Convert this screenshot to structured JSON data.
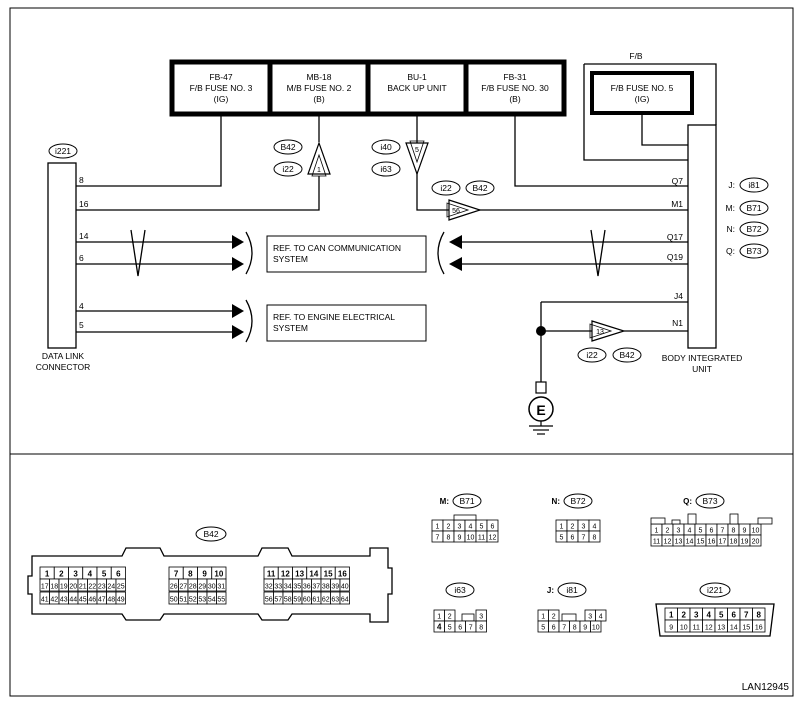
{
  "fuse_boxes": [
    {
      "lines": [
        "FB-47",
        "F/B FUSE NO. 3",
        "(IG)"
      ]
    },
    {
      "lines": [
        "MB-18",
        "M/B FUSE NO. 2",
        "(B)"
      ]
    },
    {
      "lines": [
        "BU-1",
        "BACK UP UNIT",
        ""
      ]
    },
    {
      "lines": [
        "FB-31",
        "F/B FUSE NO. 30",
        "(B)"
      ]
    }
  ],
  "fb_label": "F/B",
  "fb_fuse5": [
    "F/B FUSE NO. 5",
    "(IG)"
  ],
  "dlc": {
    "tag": "i221",
    "label": [
      "DATA LINK",
      "CONNECTOR"
    ],
    "pins": [
      "8",
      "16",
      "14",
      "6",
      "4",
      "5"
    ]
  },
  "biu": {
    "label": [
      "BODY INTEGRATED",
      "UNIT"
    ],
    "pins": [
      "Q7",
      "M1",
      "Q17",
      "Q19",
      "J4",
      "N1"
    ],
    "connectors": [
      {
        "prefix": "J:",
        "tag": "i81"
      },
      {
        "prefix": "M:",
        "tag": "B71"
      },
      {
        "prefix": "N:",
        "tag": "B72"
      },
      {
        "prefix": "Q:",
        "tag": "B73"
      }
    ]
  },
  "joint_tags": {
    "j1_top": "B42",
    "j1_bot": "i22",
    "j1_pin": "1",
    "j2_top": "i40",
    "j2_bot": "i63",
    "j2_pin": "5",
    "j3_a": "i22",
    "j3_b": "B42",
    "j3_pin": "56",
    "j4_a": "i22",
    "j4_b": "B42",
    "j4_pin": "13"
  },
  "ref_boxes": [
    {
      "lines": [
        "REF. TO CAN COMMUNICATION",
        "SYSTEM"
      ]
    },
    {
      "lines": [
        "REF. TO ENGINE ELECTRICAL",
        "SYSTEM"
      ]
    }
  ],
  "ground": "E",
  "connector_views": {
    "b42": {
      "tag": "B42",
      "groups": [
        {
          "top": [
            "1",
            "2",
            "3",
            "4",
            "5",
            "6"
          ],
          "mid": [
            "17",
            "18",
            "19",
            "20",
            "21",
            "22",
            "23",
            "24",
            "25"
          ],
          "bot": [
            "41",
            "42",
            "43",
            "44",
            "45",
            "46",
            "47",
            "48",
            "49"
          ]
        },
        {
          "top": [
            "7",
            "8",
            "9",
            "10"
          ],
          "mid": [
            "26",
            "27",
            "28",
            "29",
            "30",
            "31"
          ],
          "bot": [
            "50",
            "51",
            "52",
            "53",
            "54",
            "55"
          ]
        },
        {
          "top": [
            "11",
            "12",
            "13",
            "14",
            "15",
            "16"
          ],
          "mid": [
            "32",
            "33",
            "34",
            "35",
            "36",
            "37",
            "38",
            "39",
            "40"
          ],
          "bot": [
            "56",
            "57",
            "58",
            "59",
            "60",
            "61",
            "62",
            "63",
            "64"
          ]
        }
      ]
    },
    "b71": {
      "prefix": "M:",
      "tag": "B71",
      "rows": [
        [
          "1",
          "2",
          "3",
          "4",
          "5",
          "6"
        ],
        [
          "7",
          "8",
          "9",
          "10",
          "11",
          "12"
        ]
      ]
    },
    "b72": {
      "prefix": "N:",
      "tag": "B72",
      "rows": [
        [
          "1",
          "2",
          "3",
          "4"
        ],
        [
          "5",
          "6",
          "7",
          "8"
        ]
      ]
    },
    "b73": {
      "prefix": "Q:",
      "tag": "B73",
      "rows": [
        [
          "1",
          "2",
          "3",
          "4",
          "5",
          "6",
          "7",
          "8",
          "9",
          "10"
        ],
        [
          "11",
          "12",
          "13",
          "14",
          "15",
          "16",
          "17",
          "18",
          "19",
          "20"
        ]
      ]
    },
    "i63": {
      "tag": "i63",
      "rows": [
        [
          "1",
          "2",
          "",
          "3"
        ],
        [
          "4",
          "5",
          "6",
          "7",
          "8"
        ]
      ]
    },
    "i81": {
      "prefix": "J:",
      "tag": "i81",
      "rows": [
        [
          "1",
          "2",
          "",
          "3",
          "4"
        ],
        [
          "5",
          "6",
          "7",
          "8",
          "9",
          "10"
        ]
      ]
    },
    "i221": {
      "tag": "i221",
      "rows": [
        [
          "1",
          "2",
          "3",
          "4",
          "5",
          "6",
          "7",
          "8"
        ],
        [
          "9",
          "10",
          "11",
          "12",
          "13",
          "14",
          "15",
          "16"
        ]
      ]
    }
  },
  "figure_id": "LAN12945"
}
